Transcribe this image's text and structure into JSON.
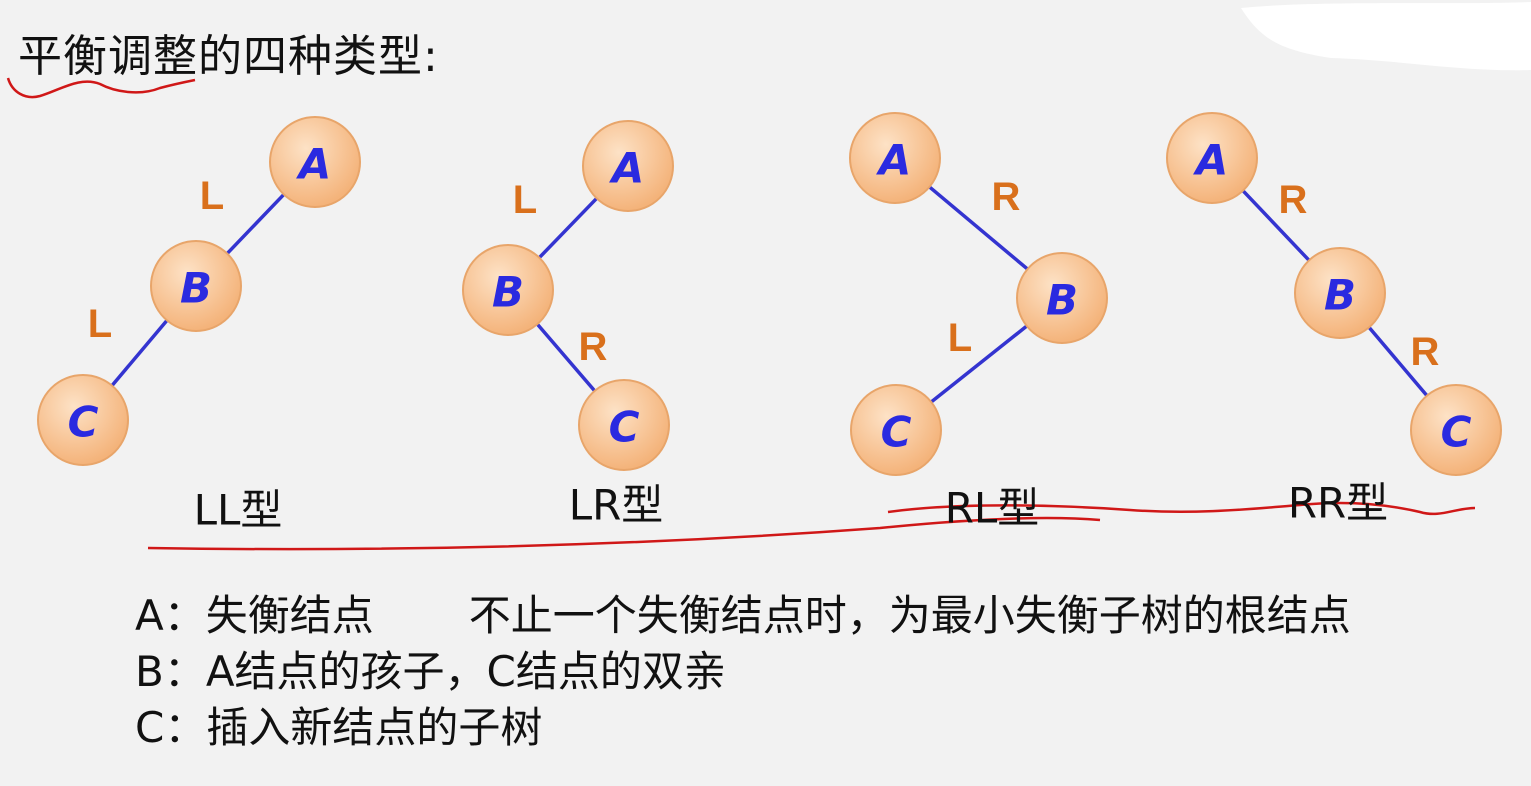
{
  "title": "平衡调整的四种类型:",
  "trees": [
    {
      "type_label": "LL型",
      "nodes": [
        "A",
        "B",
        "C"
      ],
      "edge_labels": [
        "L",
        "L"
      ]
    },
    {
      "type_label": "LR型",
      "nodes": [
        "A",
        "B",
        "C"
      ],
      "edge_labels": [
        "L",
        "R"
      ]
    },
    {
      "type_label": "RL型",
      "nodes": [
        "A",
        "B",
        "C"
      ],
      "edge_labels": [
        "R",
        "L"
      ]
    },
    {
      "type_label": "RR型",
      "nodes": [
        "A",
        "B",
        "C"
      ],
      "edge_labels": [
        "R",
        "R"
      ]
    }
  ],
  "legend": {
    "a_line": "A：失衡结点",
    "a_note": "不止一个失衡结点时，为最小失衡子树的根结点",
    "b_line": "B：A结点的孩子，C结点的双亲",
    "c_line": "C：插入新结点的子树"
  },
  "colors": {
    "node_fill": "#f8c79a",
    "node_stroke": "#e8a56a",
    "node_letter": "#2a2ae0",
    "edge": "#3434d0",
    "edge_label": "#d9701c",
    "annotation": "#d01818"
  }
}
